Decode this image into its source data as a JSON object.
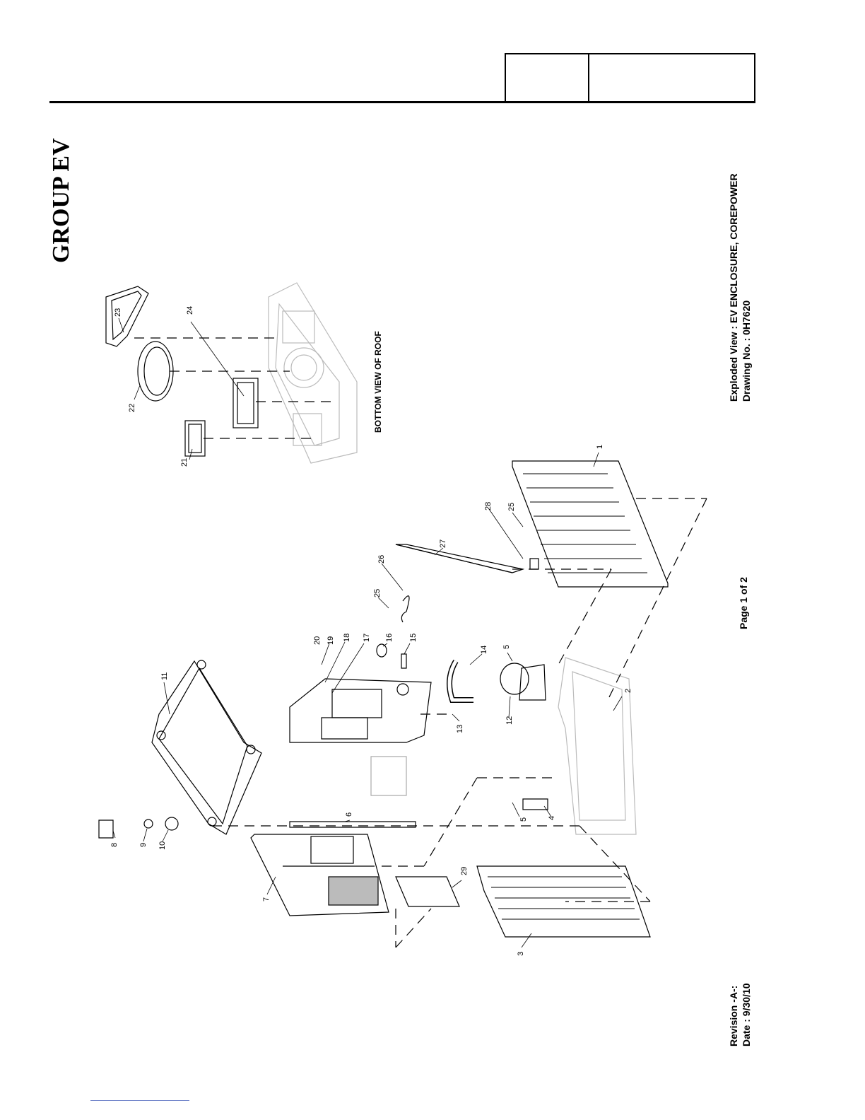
{
  "header": {
    "group_title": "GROUP EV"
  },
  "diagram": {
    "roof_label": "BOTTOM VIEW OF ROOF",
    "part_numbers": [
      "1",
      "2",
      "3",
      "4",
      "5",
      "5",
      "6",
      "7",
      "8",
      "9",
      "10",
      "11",
      "12",
      "13",
      "14",
      "15",
      "16",
      "17",
      "18",
      "19",
      "20",
      "21",
      "22",
      "23",
      "24",
      "25",
      "25",
      "26",
      "27",
      "28",
      "29"
    ]
  },
  "title_block": {
    "line1": "Exploded View : EV ENCLOSURE, COREPOWER",
    "line2": "Drawing No. : 0H7620"
  },
  "page": {
    "label": "Page 1 of 2"
  },
  "revision": {
    "line1": "Revision -A-:",
    "line2": "Date :  9/30/10"
  }
}
